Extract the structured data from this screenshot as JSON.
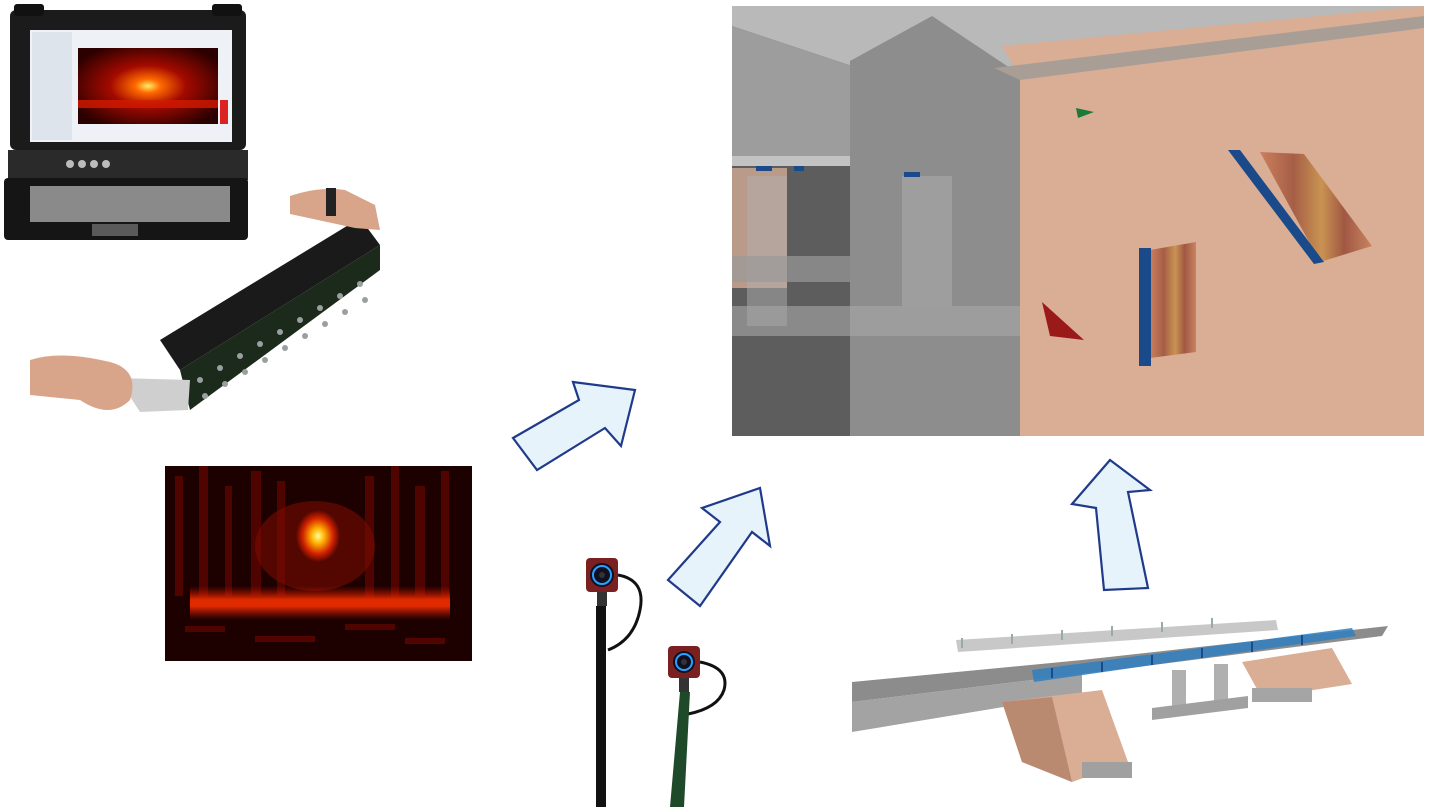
{
  "diagram": {
    "nodes": [
      {
        "id": "ultrasonic-device",
        "icon": "laptop-with-ultrasonic-transducer-array"
      },
      {
        "id": "ultrasound-image",
        "icon": "b-scan-heatmap"
      },
      {
        "id": "tracking-cameras",
        "icon": "camera-on-tripod"
      },
      {
        "id": "bim-visualization",
        "icon": "3d-wall-with-scan-panels"
      },
      {
        "id": "bridge-model",
        "icon": "bridge-3d-model"
      }
    ],
    "arrows": [
      {
        "from": "ultrasound-image",
        "to": "bim-visualization"
      },
      {
        "from": "tracking-cameras",
        "to": "bim-visualization"
      },
      {
        "from": "bridge-model",
        "to": "bim-visualization"
      }
    ],
    "colors": {
      "arrow_fill": "#e6f3fb",
      "arrow_stroke": "#1f3a8a",
      "heat_dark": "#2a0000",
      "heat_mid": "#cc1100",
      "heat_hot": "#ffee55",
      "wall": "#d9ae95",
      "scan_edge": "#1a4a8a"
    }
  }
}
